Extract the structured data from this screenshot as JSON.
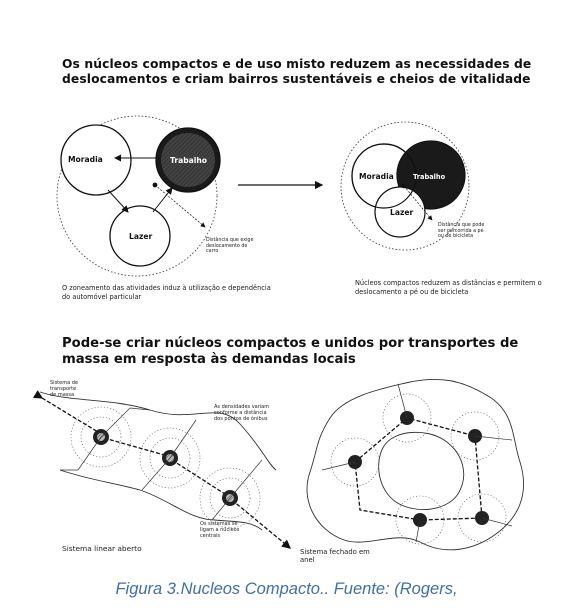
{
  "heading_top": "Os núcleos compactos e de uso misto reduzem as necessidades de deslocamentos e criam bairros sustentáveis e cheios de vitalidade",
  "left_diagram": {
    "moradia": "Moradia",
    "trabalho": "Trabalho",
    "lazer": "Lazer",
    "distance_note": "Distância que exige deslocamento de carro",
    "caption": "O zoneamento das atividades induz à utilização e dependência do automóvel particular"
  },
  "right_diagram": {
    "moradia": "Moradia",
    "trabalho": "Trabalho",
    "lazer": "Lazer",
    "distance_note": "Distância que pode ser percorrida a pé ou de bicicleta",
    "caption": "Núcleos compactos reduzem as distâncias e permitem o deslocamento a pé ou de bicicleta"
  },
  "heading_bottom": "Pode-se criar núcleos compactos e unidos por transportes de massa em resposta às demandas locais",
  "linear_system": {
    "transport_note": "Sistema de transporte de massa",
    "density_note": "As densidades variam conforme a distância dos pontos de ônibus",
    "link_note": "Os sistemas se ligam a núcleos centrais",
    "label": "Sistema linear aberto"
  },
  "ring_system": {
    "label": "Sistema fechado em anel"
  },
  "figure_caption": "Figura 3.Nucleos Compacto.. Fuente: (Rogers,"
}
